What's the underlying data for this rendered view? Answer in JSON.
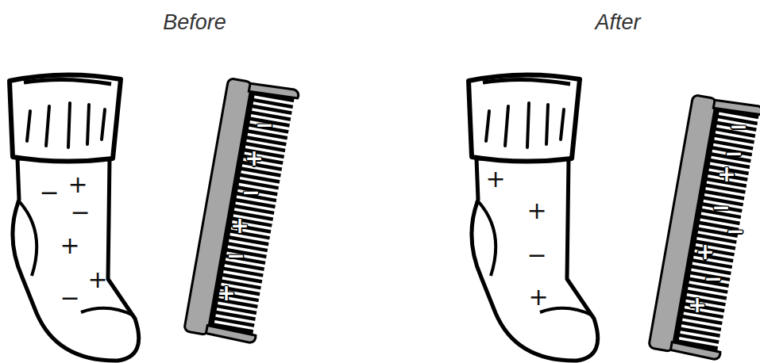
{
  "diagram": {
    "labels": [
      "Before",
      "After",
      "−",
      "+",
      "−",
      "+",
      "+",
      "−",
      "−",
      "+",
      "−",
      "+",
      "−",
      "+",
      "+",
      "+",
      "−",
      "+",
      "−",
      "−",
      "+",
      "−",
      "−",
      "+",
      "−",
      "+"
    ]
  }
}
